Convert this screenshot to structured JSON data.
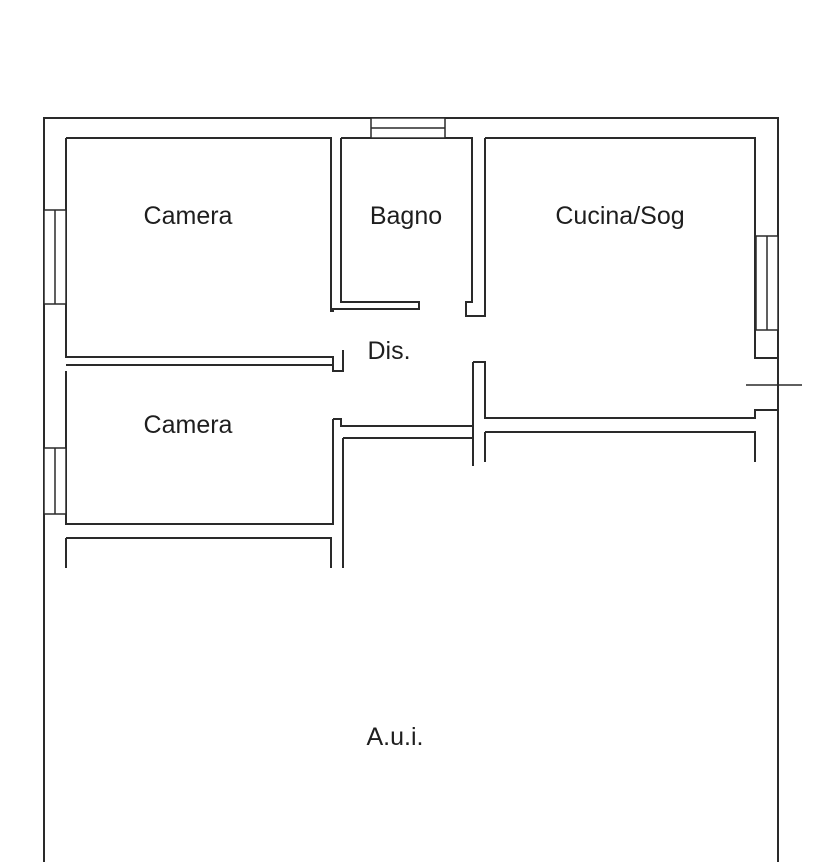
{
  "rooms": {
    "camera_top": "Camera",
    "bagno": "Bagno",
    "cucina": "Cucina/Sog",
    "disimpegno": "Dis.",
    "camera_bottom": "Camera",
    "aui": "A.u.i."
  }
}
